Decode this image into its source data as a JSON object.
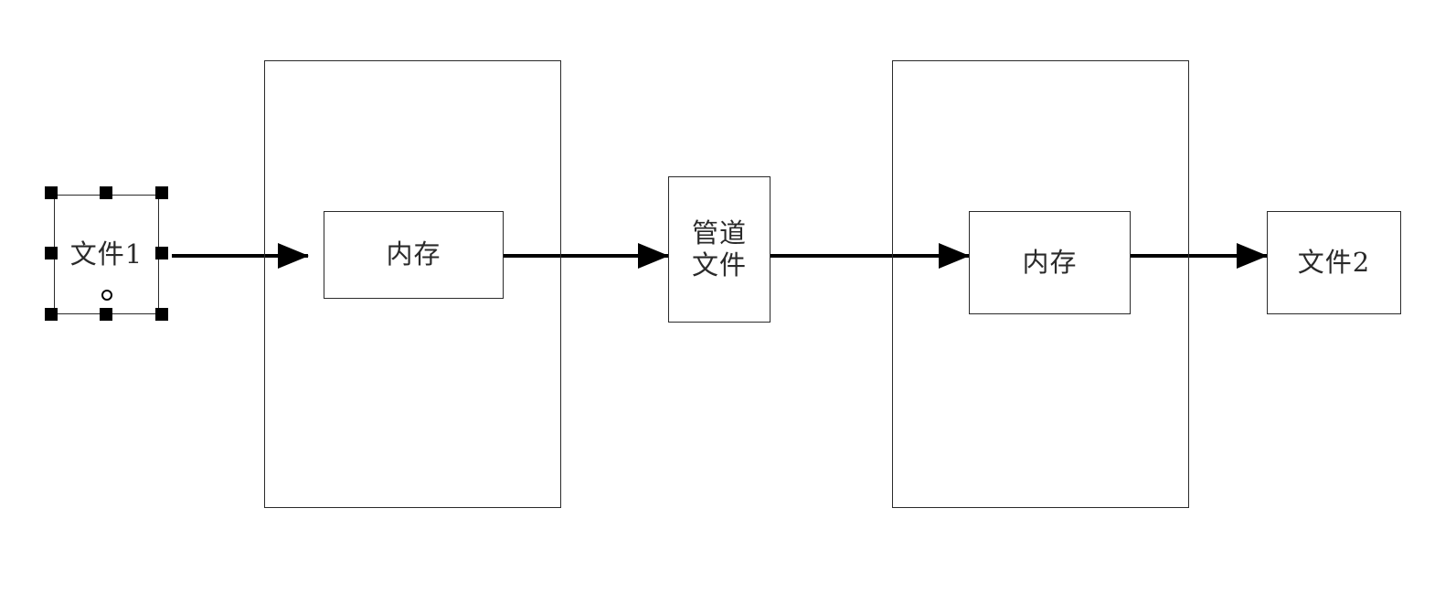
{
  "diagram": {
    "nodes": {
      "file1": {
        "label": "文件1",
        "selected": true
      },
      "mem1": {
        "label": "内存"
      },
      "pipe": {
        "label_lines": [
          "管道",
          "文件"
        ]
      },
      "mem2": {
        "label": "内存"
      },
      "file2": {
        "label": "文件2"
      }
    },
    "edges": [
      {
        "from": "file1",
        "to": "mem1"
      },
      {
        "from": "mem1",
        "to": "pipe"
      },
      {
        "from": "pipe",
        "to": "mem2"
      },
      {
        "from": "mem2",
        "to": "file2"
      }
    ],
    "colors": {
      "stroke": "#2a2a2a",
      "arrow": "#000000",
      "background": "#ffffff"
    }
  }
}
